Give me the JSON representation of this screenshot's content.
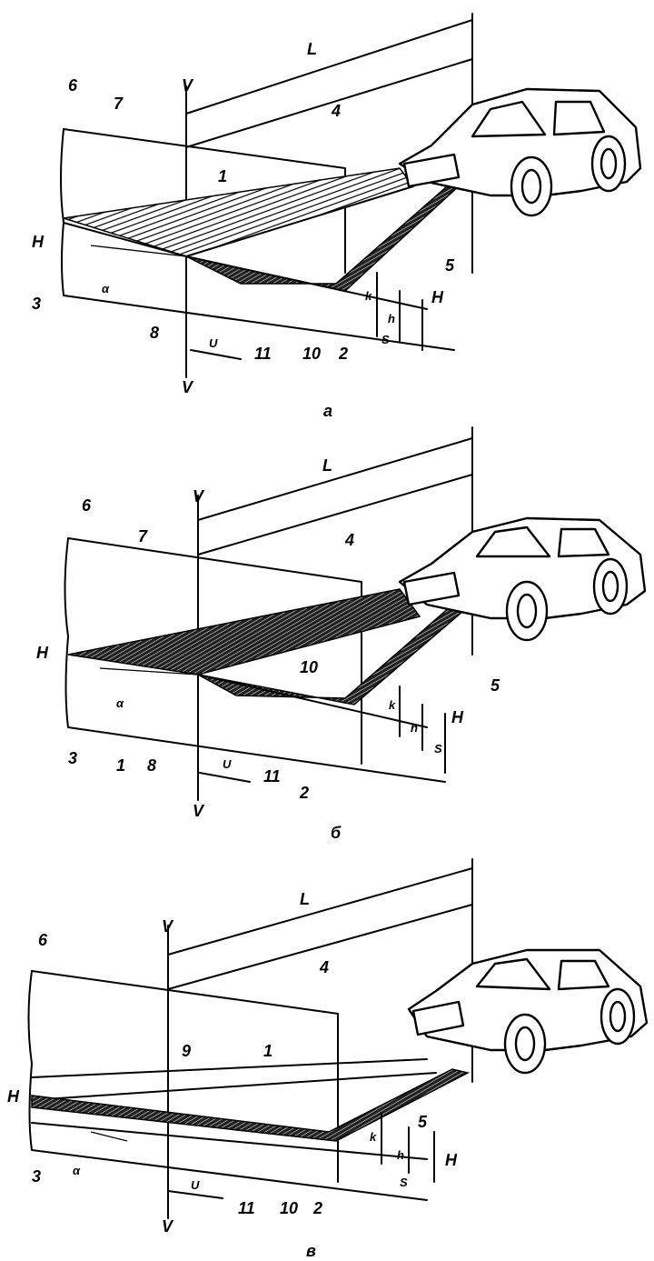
{
  "figure": {
    "panels": [
      {
        "id": "a",
        "caption": "а",
        "labels": {
          "L": "L",
          "V_top": "V",
          "V_bottom": "V",
          "H_left": "H",
          "H_right": "H",
          "n1": "1",
          "n2": "2",
          "n3": "3",
          "n4": "4",
          "n5": "5",
          "n6": "6",
          "n7": "7",
          "n8": "8",
          "n10": "10",
          "n11": "11",
          "alpha": "α",
          "u": "U",
          "k": "k",
          "h": "h",
          "s": "S"
        }
      },
      {
        "id": "b",
        "caption": "б",
        "labels": {
          "L": "L",
          "V_top": "V",
          "V_bottom": "V",
          "H_left": "H",
          "H_right": "H",
          "n1": "1",
          "n2": "2",
          "n3": "3",
          "n4": "4",
          "n5": "5",
          "n6": "6",
          "n7": "7",
          "n8": "8",
          "n10": "10",
          "n11": "11",
          "alpha": "α",
          "u": "U",
          "k": "k",
          "h": "h",
          "s": "S"
        }
      },
      {
        "id": "c",
        "caption": "в",
        "labels": {
          "L": "L",
          "V_top": "V",
          "V_bottom": "V",
          "H_left": "H",
          "H_right": "H",
          "n1": "1",
          "n2": "2",
          "n3": "3",
          "n4": "4",
          "n5": "5",
          "n6": "6",
          "n9": "9",
          "n10": "10",
          "n11": "11",
          "alpha": "α",
          "u": "U",
          "k": "k",
          "h": "h",
          "s": "S"
        }
      }
    ]
  }
}
